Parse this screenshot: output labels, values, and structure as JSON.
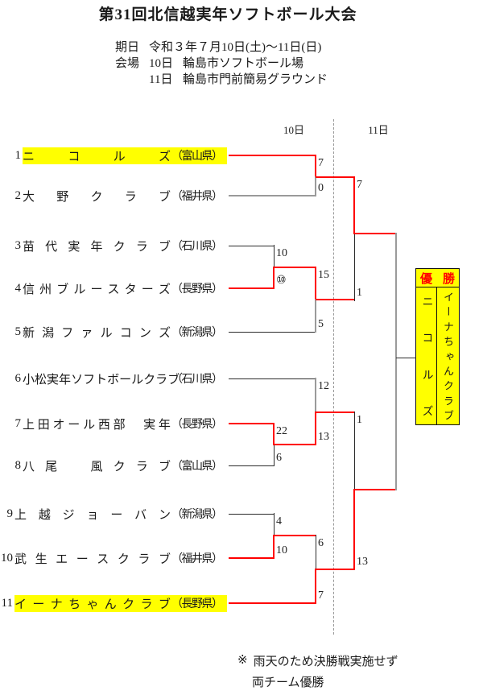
{
  "title": "第31回北信越実年ソフトボール大会",
  "info": {
    "date_label": "期日",
    "date_value": "令和３年７月10日(土)～11日(日)",
    "venue_label": "会場",
    "venues": [
      {
        "day": "10日",
        "place": "輪島市ソフトボール場"
      },
      {
        "day": "11日",
        "place": "輪島市門前簡易グラウンド"
      }
    ]
  },
  "day_headers": [
    "10日",
    "11日"
  ],
  "teams": [
    {
      "seed": "1",
      "name": "ニコルズ",
      "pref": "（富山県）",
      "highlight": true
    },
    {
      "seed": "2",
      "name": "大野クラブ",
      "pref": "（福井県）",
      "highlight": false
    },
    {
      "seed": "3",
      "name": "苗代実年クラブ",
      "pref": "（石川県）",
      "highlight": false
    },
    {
      "seed": "4",
      "name": "信州ブルースターズ",
      "pref": "（長野県）",
      "highlight": false
    },
    {
      "seed": "5",
      "name": "新潟ファルコンズ",
      "pref": "（新潟県）",
      "highlight": false
    },
    {
      "seed": "6",
      "name": "小松実年ソフトボールクラブ",
      "pref": "（石川県）",
      "highlight": false
    },
    {
      "seed": "7",
      "name": "上田オール西部　実年",
      "pref": "（長野県）",
      "highlight": false
    },
    {
      "seed": "8",
      "name": "八尾　風クラブ",
      "pref": "（富山県）",
      "highlight": false
    },
    {
      "seed": "9",
      "name": "上越ジョーバン",
      "pref": "（新潟県）",
      "highlight": false
    },
    {
      "seed": "10",
      "name": "武生エースクラブ",
      "pref": "（福井県）",
      "highlight": false
    },
    {
      "seed": "11",
      "name": "イーナちゃんクラブ",
      "pref": "（長野県）",
      "highlight": true
    }
  ],
  "matches": {
    "m1": [
      "7",
      "0"
    ],
    "m2": [
      "10",
      "⑩"
    ],
    "m3": [
      "15",
      "5"
    ],
    "sf1": [
      "7",
      "1"
    ],
    "m4": [
      "22",
      "6"
    ],
    "m5": [
      "12",
      "13"
    ],
    "m6": [
      "4",
      "10"
    ],
    "m7": [
      "6",
      "7"
    ],
    "sf2": [
      "1",
      "13"
    ]
  },
  "champion": {
    "title": "優勝",
    "teams": [
      "ニコルズ",
      "イーナちゃんクラブ"
    ]
  },
  "note": {
    "mark": "※",
    "lines": [
      "雨天のため決勝戦実施せず",
      "両チーム優勝"
    ]
  },
  "colors": {
    "winner_red": "#ff0000",
    "highlight_yellow": "#ffff00",
    "champion_label_red": "#ff0000"
  }
}
